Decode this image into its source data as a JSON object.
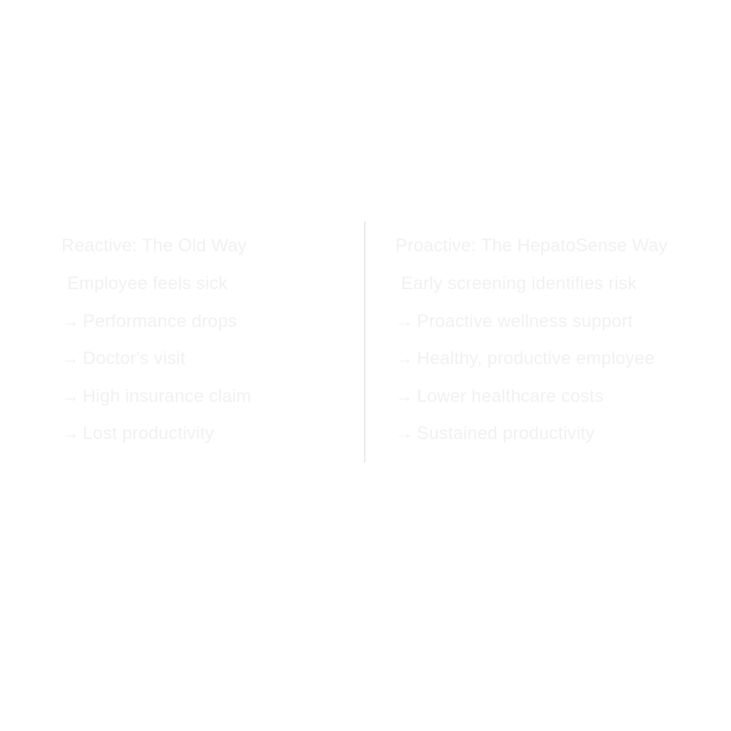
{
  "colors": {
    "background": "#ffffff",
    "text": "#f1f1f1",
    "divider": "#e9e9e9"
  },
  "icons": {
    "arrow": "arrow-right-icon"
  },
  "left": {
    "heading": "Reactive: The Old Way",
    "first_step": "Employee feels sick",
    "steps": [
      "Performance drops",
      "Doctor's visit",
      "High insurance claim",
      "Lost productivity"
    ]
  },
  "right": {
    "heading": "Proactive: The HepatoSense Way",
    "first_step": "Early screening identifies risk",
    "steps": [
      "Proactive wellness support",
      "Healthy, productive employee",
      "Lower healthcare costs",
      "Sustained productivity"
    ]
  }
}
